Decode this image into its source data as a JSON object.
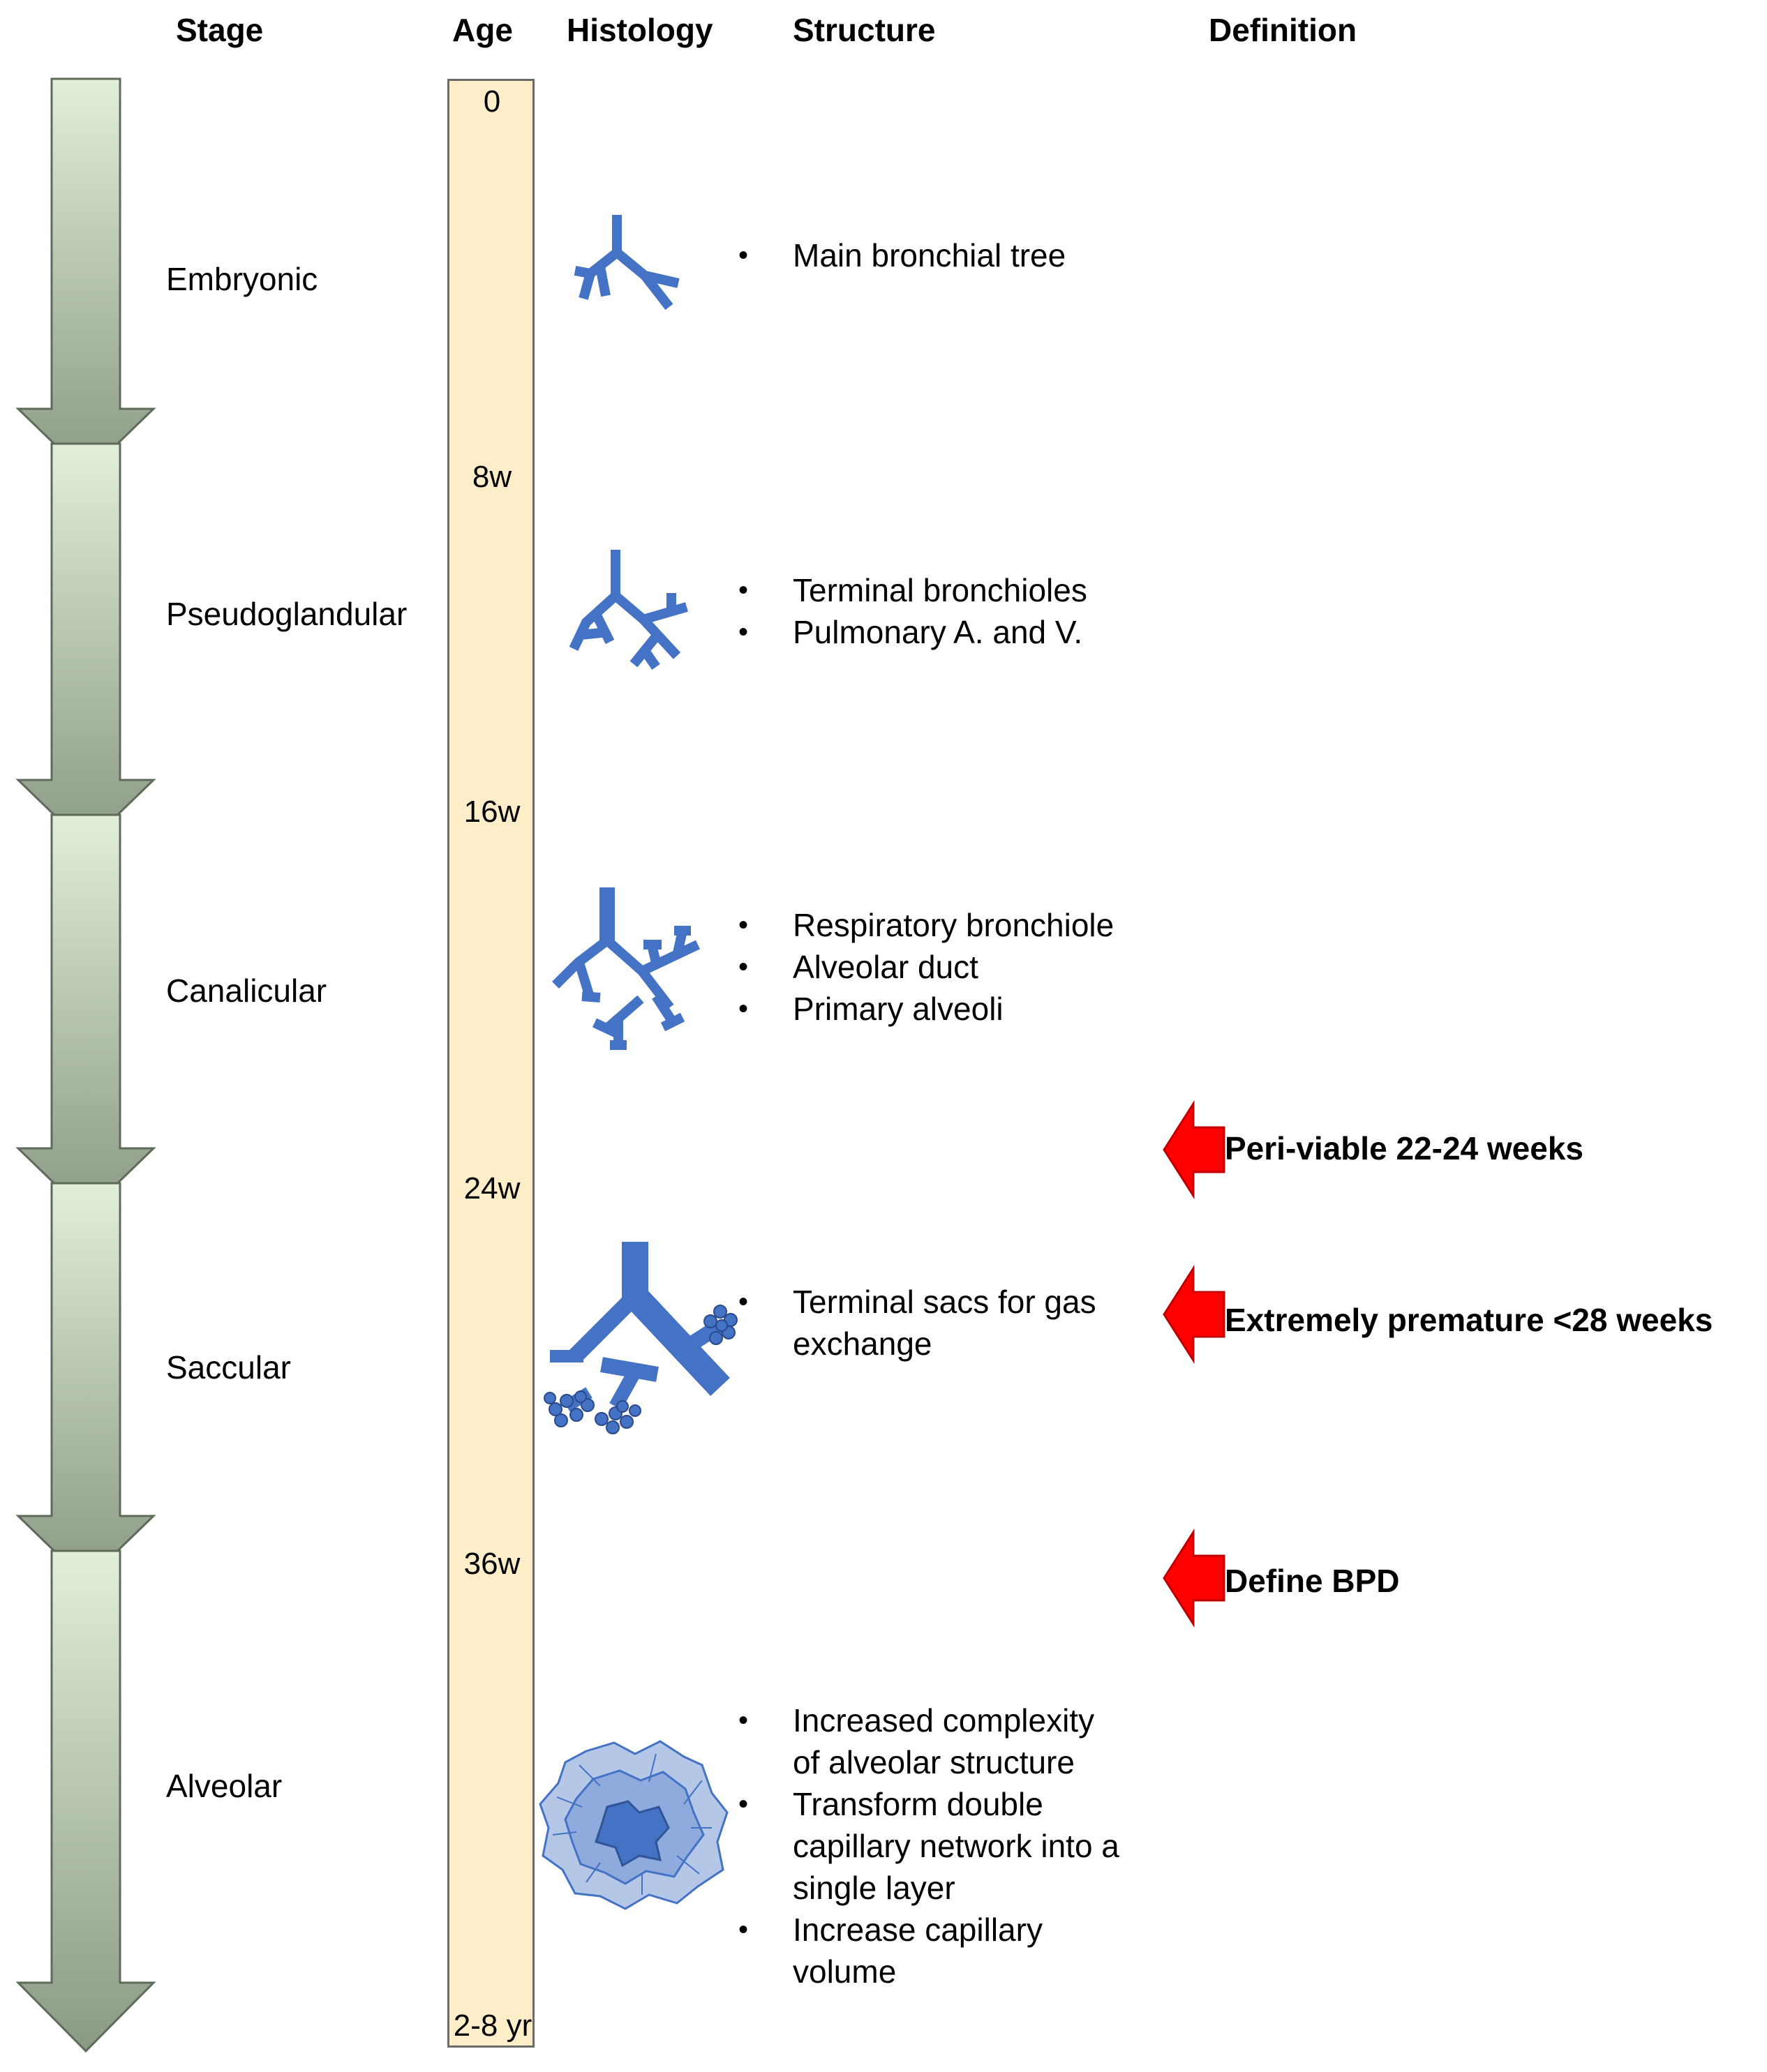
{
  "headers": {
    "stage": "Stage",
    "age": "Age",
    "histology": "Histology",
    "structure": "Structure",
    "definition": "Definition"
  },
  "stages": [
    {
      "name": "Embryonic",
      "structure": [
        "Main bronchial tree"
      ]
    },
    {
      "name": "Pseudoglandular",
      "structure": [
        "Terminal bronchioles",
        "Pulmonary A. and V."
      ]
    },
    {
      "name": "Canalicular",
      "structure": [
        "Respiratory bronchiole",
        "Alveolar duct",
        "Primary alveoli"
      ]
    },
    {
      "name": "Saccular",
      "structure": [
        "Terminal sacs for gas exchange"
      ]
    },
    {
      "name": "Alveolar",
      "structure": [
        "Increased complexity of alveolar structure",
        "Transform double capillary network into a single layer",
        "Increase capillary volume"
      ]
    }
  ],
  "ages": [
    "0",
    "8w",
    "16w",
    "24w",
    "36w",
    "2-8 yr"
  ],
  "definitions": [
    {
      "text": "Peri-viable 22-24 weeks"
    },
    {
      "text": "Extremely premature <28 weeks"
    },
    {
      "text": "Define BPD"
    }
  ],
  "colors": {
    "arrow_top": "#e2efd9",
    "arrow_bottom": "#8a9a84",
    "age_bar": "#fdedc8",
    "histology": "#4472c4",
    "alveolar_light": "#b4c7e7",
    "alveolar_mid": "#8faadc",
    "definition_arrow": "#ff0000"
  }
}
